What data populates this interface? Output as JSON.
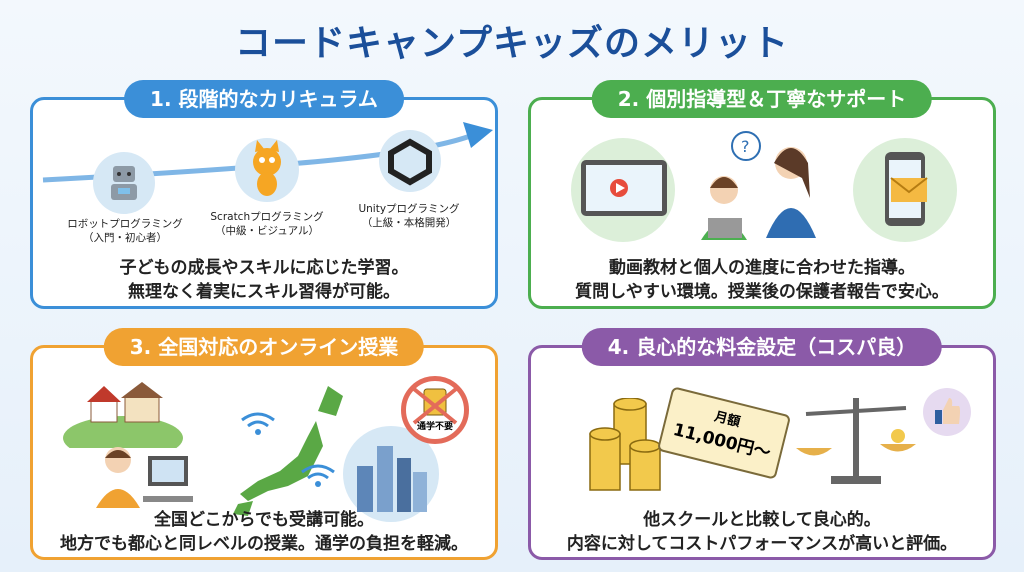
{
  "title": "コードキャンプキッズのメリット",
  "colors": {
    "title": "#1b4f9a",
    "card1": "#3b8fd8",
    "card2": "#4cae4f",
    "card3": "#f0a232",
    "card4": "#8b5aa8"
  },
  "cards": [
    {
      "heading": "1. 段階的なカリキュラム",
      "steps": [
        {
          "name": "ロボットプログラミング",
          "level": "（入門・初心者）"
        },
        {
          "name": "Scratchプログラミング",
          "level": "（中級・ビジュアル）"
        },
        {
          "name": "Unityプログラミング",
          "level": "（上級・本格開発）"
        }
      ],
      "desc1": "子どもの成長やスキルに応じた学習。",
      "desc2": "無理なく着実にスキル習得が可能。"
    },
    {
      "heading": "2. 個別指導型＆丁寧なサポート",
      "desc1": "動画教材と個人の進度に合わせた指導。",
      "desc2": "質問しやすい環境。授業後の保護者報告で安心。"
    },
    {
      "heading": "3. 全国対応のオンライン授業",
      "badge": "通学不要",
      "desc1": "全国どこからでも受講可能。",
      "desc2": "地方でも都心と同レベルの授業。通学の負担を軽減。"
    },
    {
      "heading": "4. 良心的な料金設定（コスパ良）",
      "price_label": "月額",
      "price": "11,000円〜",
      "desc1": "他スクールと比較して良心的。",
      "desc2": "内容に対してコストパフォーマンスが高いと評価。"
    }
  ]
}
